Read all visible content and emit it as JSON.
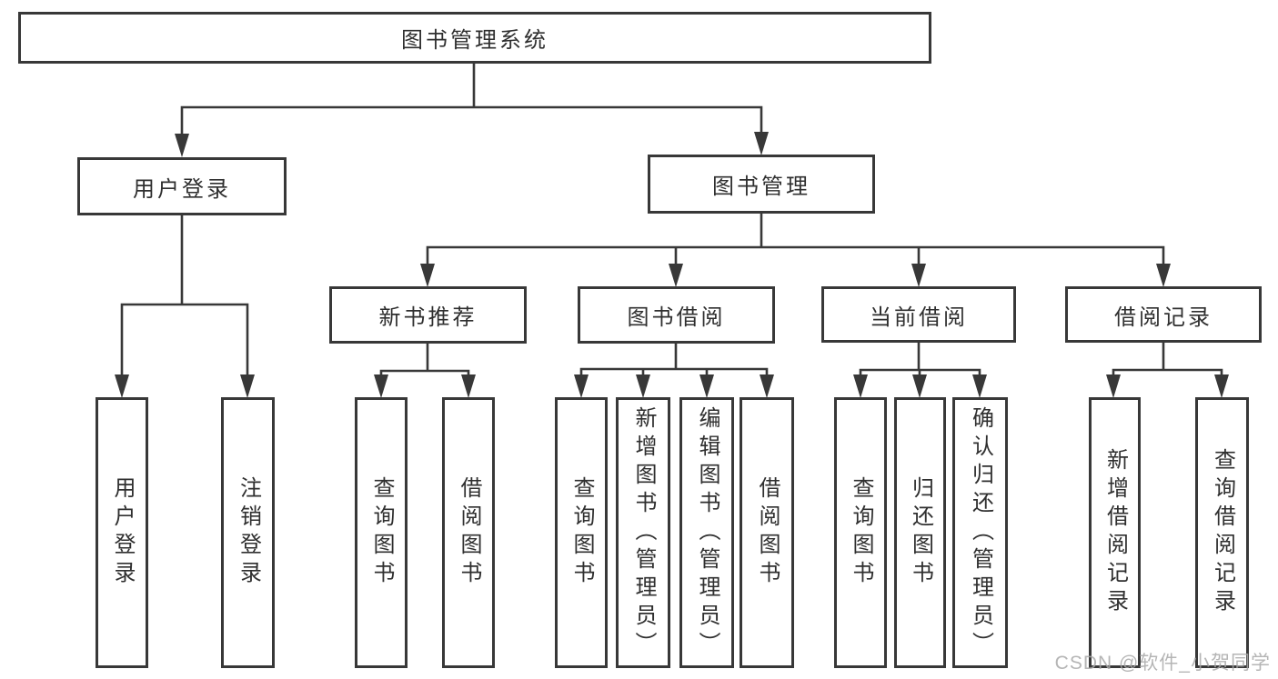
{
  "tree": {
    "root": {
      "label": "图书管理系统"
    },
    "children": [
      {
        "label": "用户登录",
        "children": [
          {
            "label": "用户登录"
          },
          {
            "label": "注销登录"
          }
        ]
      },
      {
        "label": "图书管理",
        "children": [
          {
            "label": "新书推荐",
            "children": [
              {
                "label": "查询图书"
              },
              {
                "label": "借阅图书"
              }
            ]
          },
          {
            "label": "图书借阅",
            "children": [
              {
                "label": "查询图书"
              },
              {
                "label": "新增图书（管理员）"
              },
              {
                "label": "编辑图书（管理员）"
              },
              {
                "label": "借阅图书"
              }
            ]
          },
          {
            "label": "当前借阅",
            "children": [
              {
                "label": "查询图书"
              },
              {
                "label": "归还图书"
              },
              {
                "label": "确认归还（管理员）"
              }
            ]
          },
          {
            "label": "借阅记录",
            "children": [
              {
                "label": "新增借阅记录"
              },
              {
                "label": "查询借阅记录"
              }
            ]
          }
        ]
      }
    ]
  },
  "watermark": {
    "text": "CSDN @软件_小贺同学"
  },
  "colors": {
    "line": "#383838",
    "text": "#2f2f2f",
    "bg": "#ffffff",
    "wm": "#a9a9a9"
  }
}
